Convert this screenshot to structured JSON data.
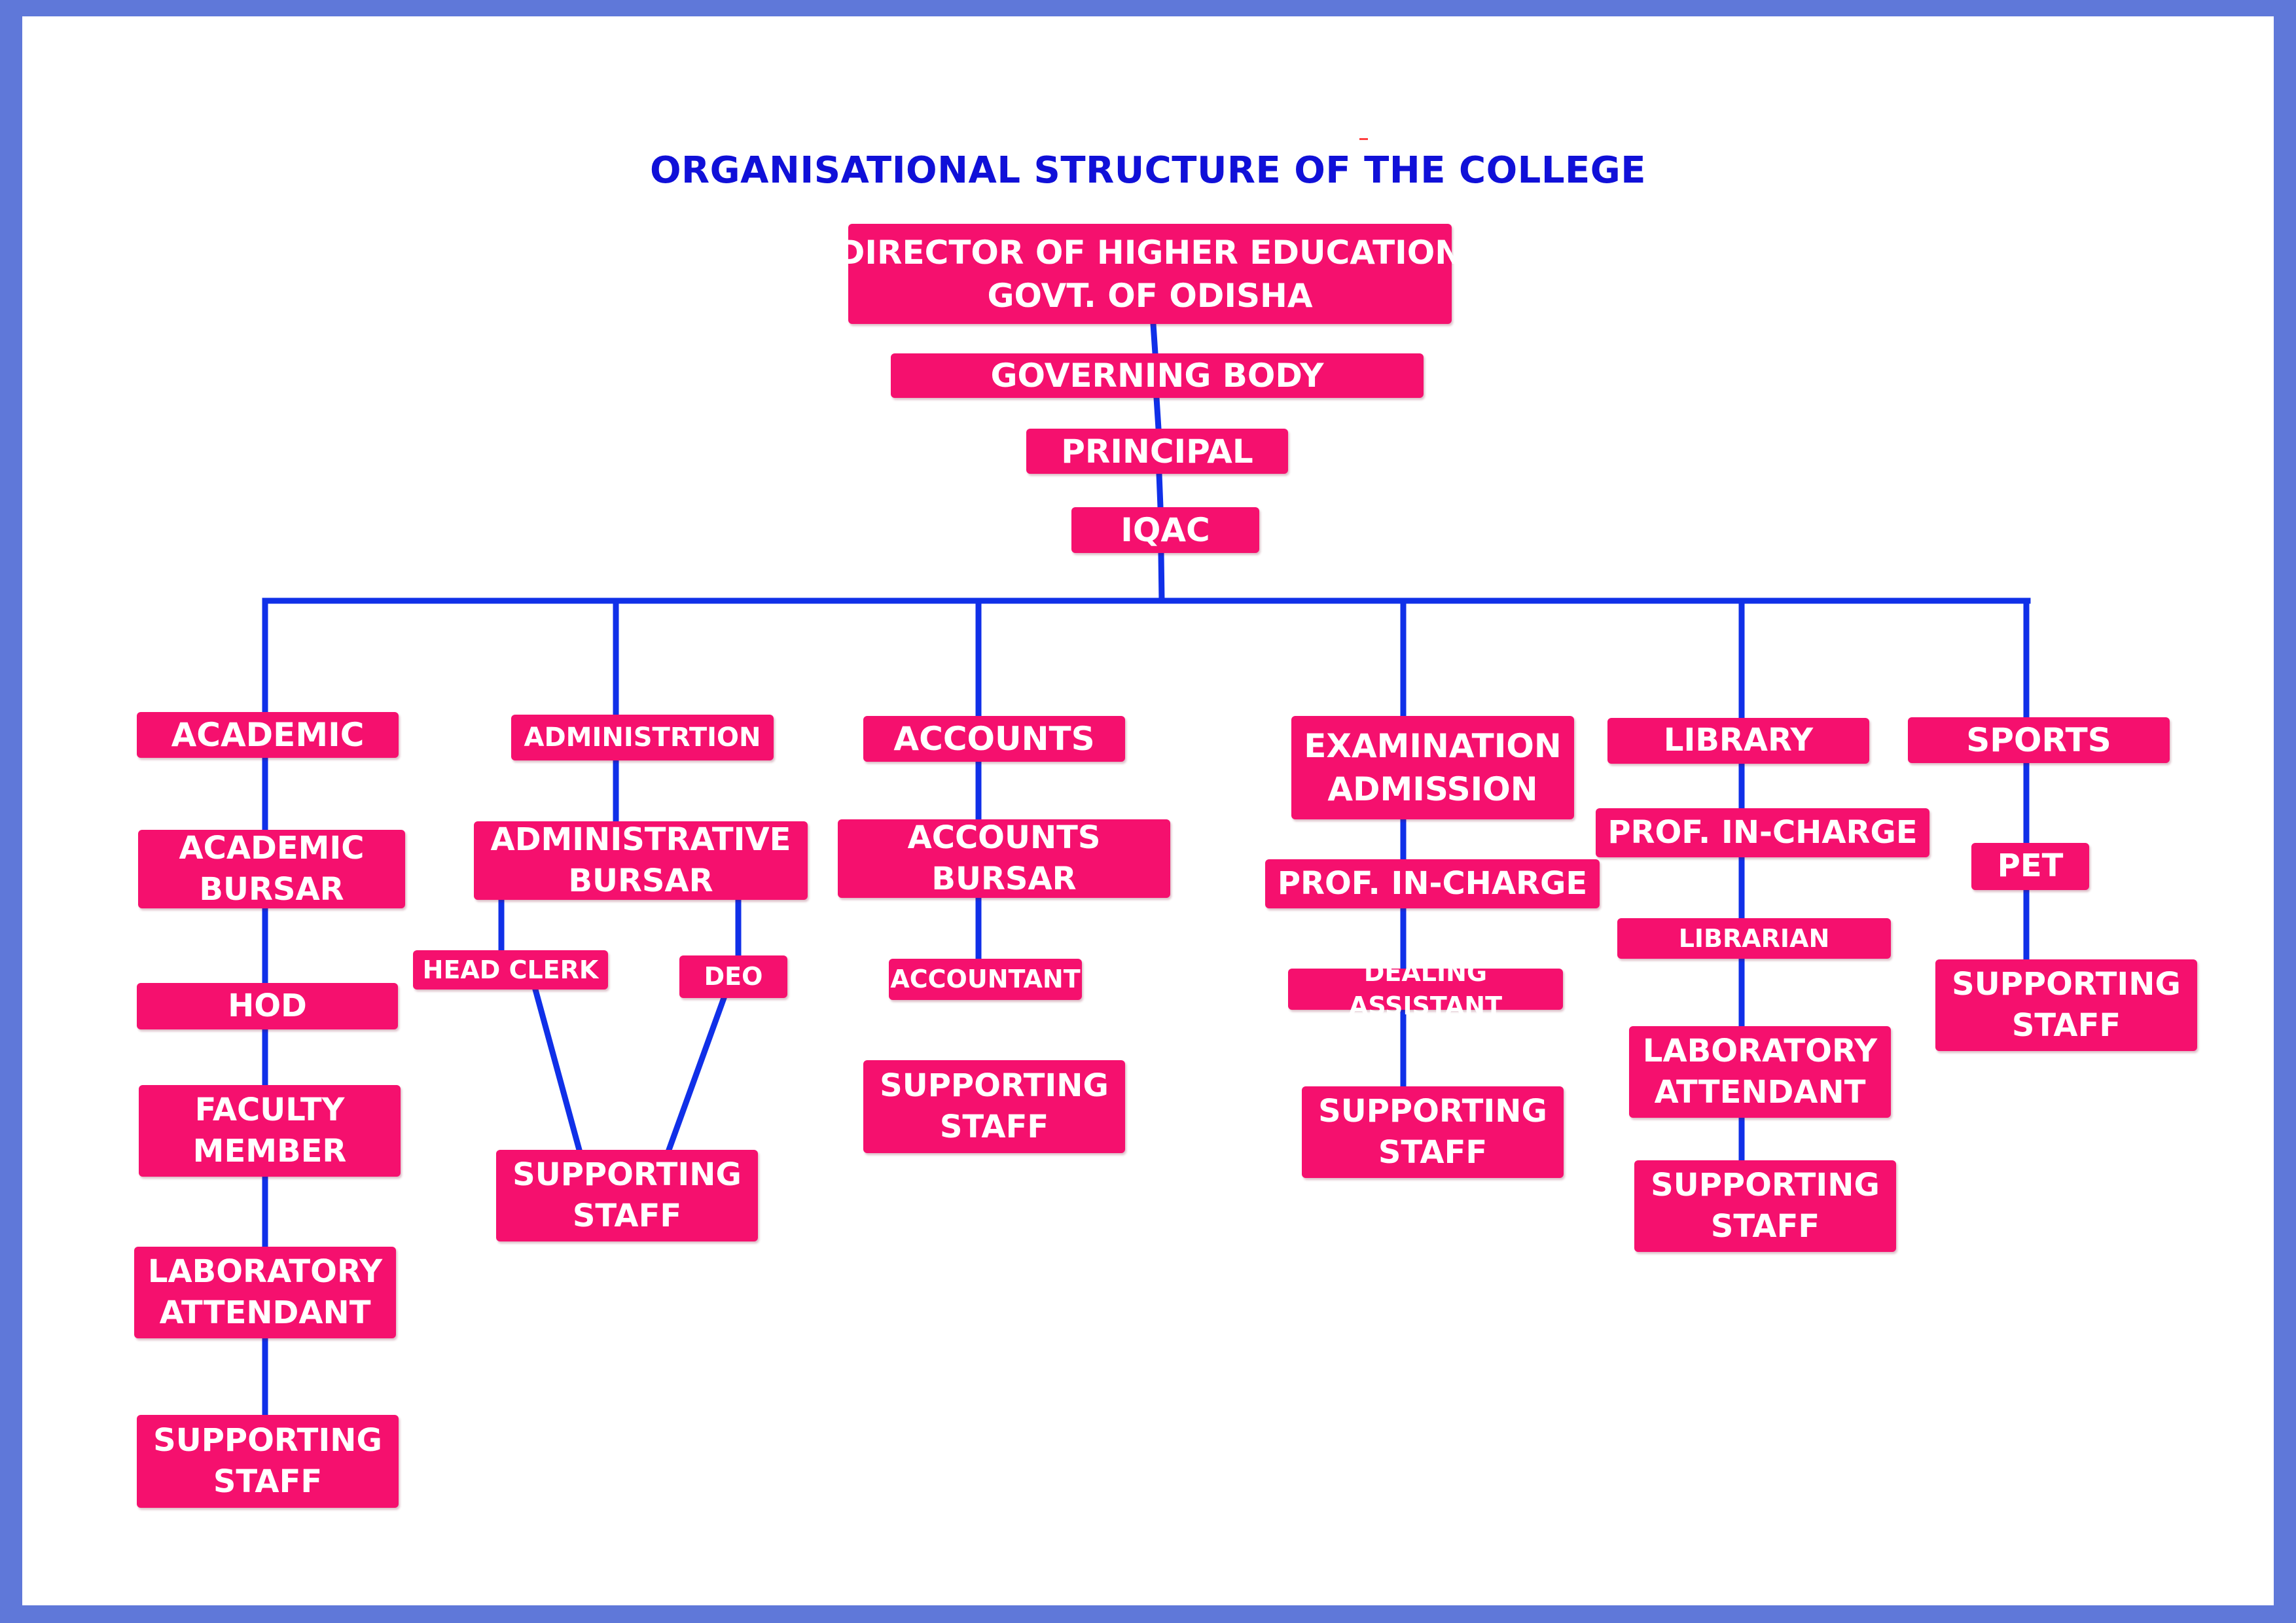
{
  "title": "ORGANISATIONAL STRUCTURE OF THE COLLEGE",
  "colors": {
    "frame": "#5f78d9",
    "box": "#f5106e",
    "line": "#1030e8",
    "title": "#1010d8"
  },
  "top": {
    "director": [
      "DIRECTOR OF HIGHER EDUCATION",
      "GOVT. OF ODISHA"
    ],
    "governing_body": "GOVERNING BODY",
    "principal": "PRINCIPAL",
    "iqac": "IQAC"
  },
  "branches": {
    "academic": {
      "head": "ACADEMIC",
      "bursar": [
        "ACADEMIC",
        "BURSAR"
      ],
      "hod": "HOD",
      "faculty": [
        "FACULTY",
        "MEMBER"
      ],
      "lab": [
        "LABORATORY",
        "ATTENDANT"
      ],
      "staff": [
        "SUPPORTING",
        "STAFF"
      ]
    },
    "administration": {
      "head": "ADMINISTRTION",
      "bursar": [
        "ADMINISTRATIVE",
        "BURSAR"
      ],
      "head_clerk": "HEAD CLERK",
      "deo": "DEO",
      "staff": [
        "SUPPORTING",
        "STAFF"
      ]
    },
    "accounts": {
      "head": "ACCOUNTS",
      "bursar": [
        "ACCOUNTS",
        "BURSAR"
      ],
      "accountant": "ACCOUNTANT",
      "staff": [
        "SUPPORTING",
        "STAFF"
      ]
    },
    "examination": {
      "head": [
        "EXAMINATION",
        "ADMISSION"
      ],
      "prof": "PROF. IN-CHARGE",
      "dealing": "DEALING ASSISTANT",
      "staff": [
        "SUPPORTING",
        "STAFF"
      ]
    },
    "library": {
      "head": "LIBRARY",
      "prof": "PROF. IN-CHARGE",
      "librarian": "LIBRARIAN",
      "lab": [
        "LABORATORY",
        "ATTENDANT"
      ],
      "staff": [
        "SUPPORTING",
        "STAFF"
      ]
    },
    "sports": {
      "head": "SPORTS",
      "pet": "PET",
      "staff": [
        "SUPPORTING",
        "STAFF"
      ]
    }
  }
}
